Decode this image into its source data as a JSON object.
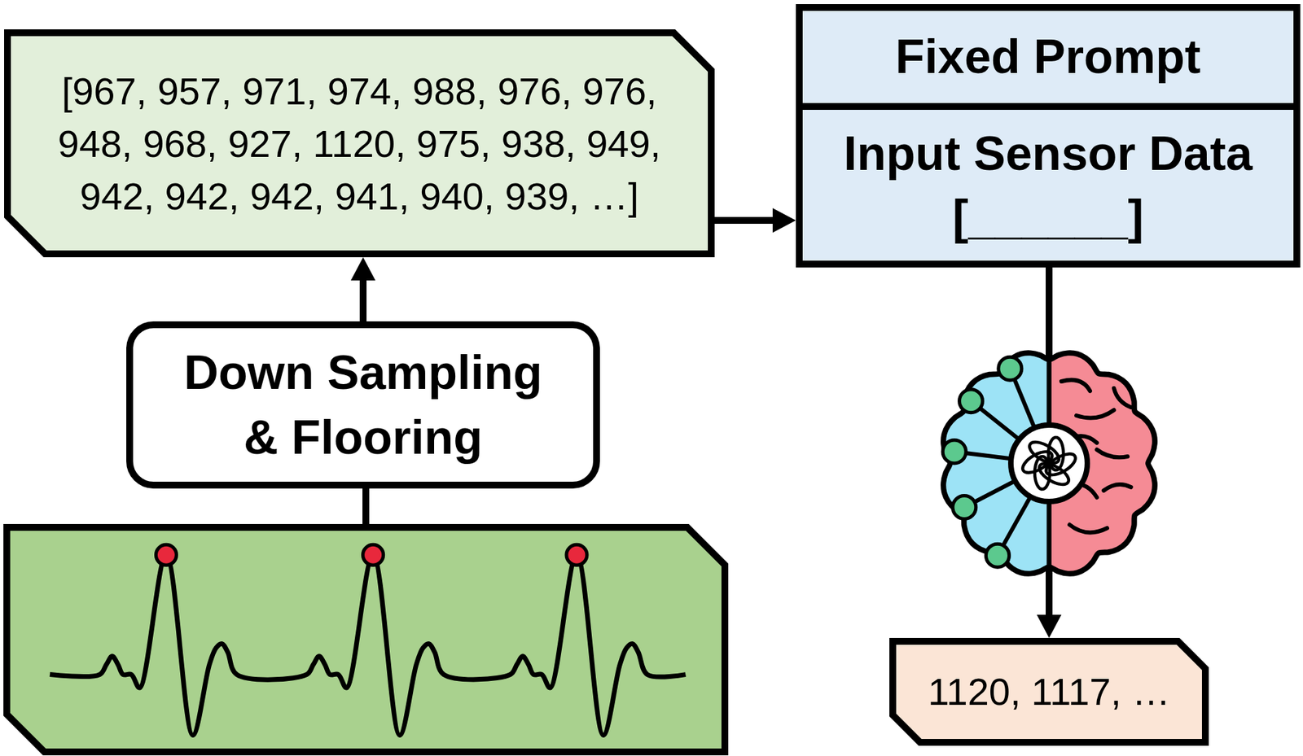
{
  "diagram": {
    "nodes": [
      {
        "text": [
          "[967, 957, 971, 974, 988, 976, 976, 948, 968, 927, 1120, 975, 938, 949, 942, 942, 942, 941, 940, 939, …]"
        ]
      },
      {
        "text": [
          "Down Sampling & Flooring"
        ]
      },
      {
        "text": [
          "Fixed Prompt"
        ]
      },
      {
        "text": [
          "Input Sensor Data",
          "[______]"
        ]
      },
      {
        "text": [
          "1120, 1117, …"
        ]
      }
    ],
    "edges": [
      {
        "from": 1,
        "to": 0,
        "arrow": "to"
      },
      {
        "from": 0,
        "to": 3,
        "arrow": "to"
      },
      {
        "from": 3,
        "to": 4,
        "arrow": "to"
      }
    ]
  }
}
